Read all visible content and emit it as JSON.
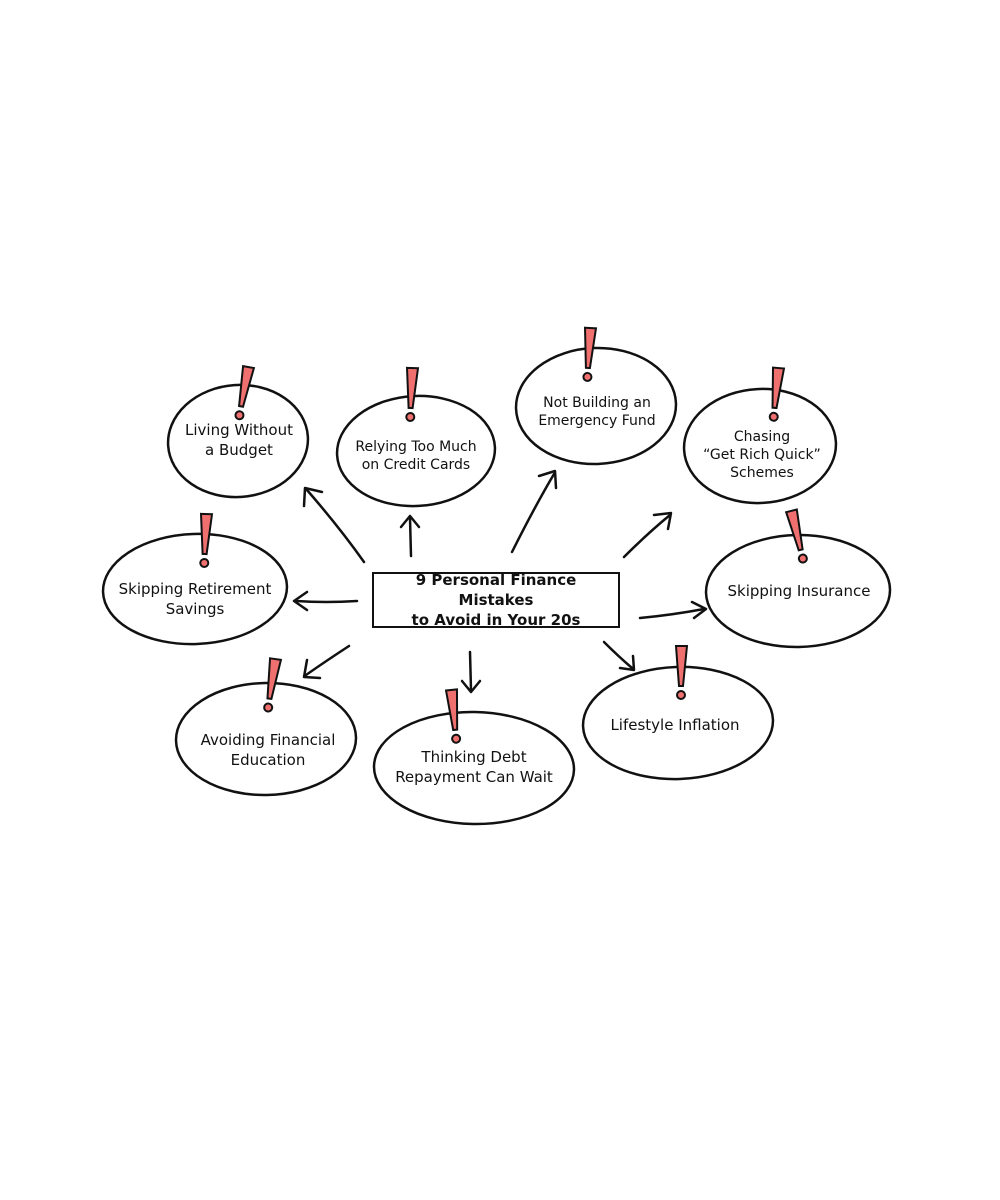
{
  "center": {
    "title": "9 Personal Finance Mistakes\nto Avoid in Your 20s"
  },
  "nodes": [
    {
      "id": "living-without-budget",
      "label": "Living Without\na Budget"
    },
    {
      "id": "relying-credit-cards",
      "label": "Relying Too Much\non Credit Cards"
    },
    {
      "id": "not-building-emergency-fund",
      "label": "Not Building an\nEmergency Fund"
    },
    {
      "id": "chasing-get-rich-quick",
      "label": "Chasing\n“Get Rich Quick”\nSchemes"
    },
    {
      "id": "skipping-retirement-savings",
      "label": "Skipping Retirement\nSavings"
    },
    {
      "id": "skipping-insurance",
      "label": "Skipping Insurance"
    },
    {
      "id": "avoiding-financial-education",
      "label": "Avoiding Financial\nEducation"
    },
    {
      "id": "thinking-debt-repayment-can-wait",
      "label": "Thinking Debt\nRepayment Can Wait"
    },
    {
      "id": "lifestyle-inflation",
      "label": "Lifestyle Inflation"
    }
  ],
  "colors": {
    "stroke": "#111111",
    "exclamation": "#f07070",
    "background": "#ffffff"
  },
  "icons": {
    "node_marker": "exclamation-icon"
  }
}
